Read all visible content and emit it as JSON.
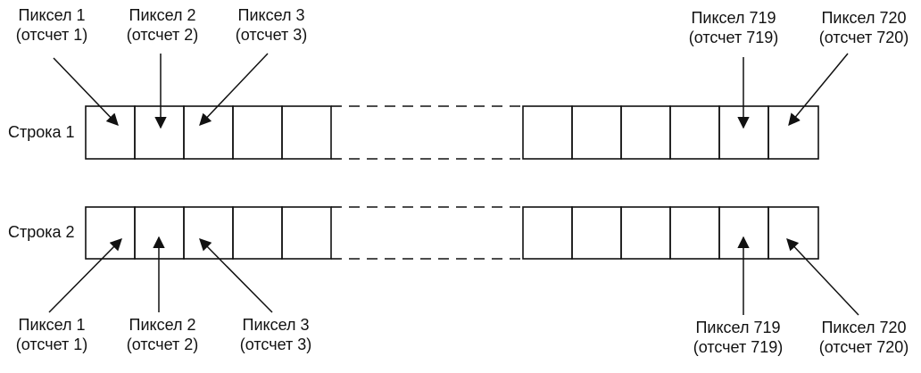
{
  "rows": [
    {
      "label": "Строка 1"
    },
    {
      "label": "Строка 2"
    }
  ],
  "top_labels": [
    {
      "pixel": "Пиксел 1",
      "sample": "(отсчет 1)"
    },
    {
      "pixel": "Пиксел 2",
      "sample": "(отсчет 2)"
    },
    {
      "pixel": "Пиксел 3",
      "sample": "(отсчет 3)"
    },
    {
      "pixel": "Пиксел 719",
      "sample": "(отсчет 719)"
    },
    {
      "pixel": "Пиксел 720",
      "sample": "(отсчет 720)"
    }
  ],
  "bottom_labels": [
    {
      "pixel": "Пиксел 1",
      "sample": "(отсчет 1)"
    },
    {
      "pixel": "Пиксел 2",
      "sample": "(отсчет 2)"
    },
    {
      "pixel": "Пиксел 3",
      "sample": "(отсчет 3)"
    },
    {
      "pixel": "Пиксел 719",
      "sample": "(отсчет 719)"
    },
    {
      "pixel": "Пиксел 720",
      "sample": "(отсчет 720)"
    }
  ],
  "colors": {
    "line": "#111111",
    "text": "#111111"
  }
}
